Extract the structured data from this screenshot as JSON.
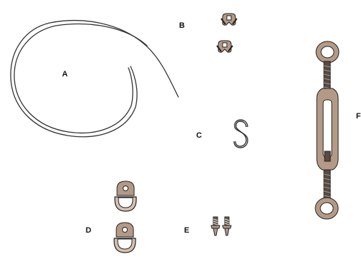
{
  "labels": {
    "a": "A",
    "b": "B",
    "c": "C",
    "d": "D",
    "e": "E",
    "f": "F"
  },
  "colors": {
    "metal_fill": "#b49a86",
    "metal_light": "#d4c1b1",
    "outline": "#222222",
    "wire": "#333333",
    "label": "#111111"
  },
  "parts": [
    {
      "key": "a",
      "icon": "wire-coil-icon"
    },
    {
      "key": "b",
      "icon": "wire-rope-clip-icon",
      "count": 2
    },
    {
      "key": "c",
      "icon": "s-hook-icon"
    },
    {
      "key": "d",
      "icon": "d-ring-hanger-icon",
      "count": 2
    },
    {
      "key": "e",
      "icon": "screw-icon",
      "count": 2
    },
    {
      "key": "f",
      "icon": "turnbuckle-icon"
    }
  ]
}
